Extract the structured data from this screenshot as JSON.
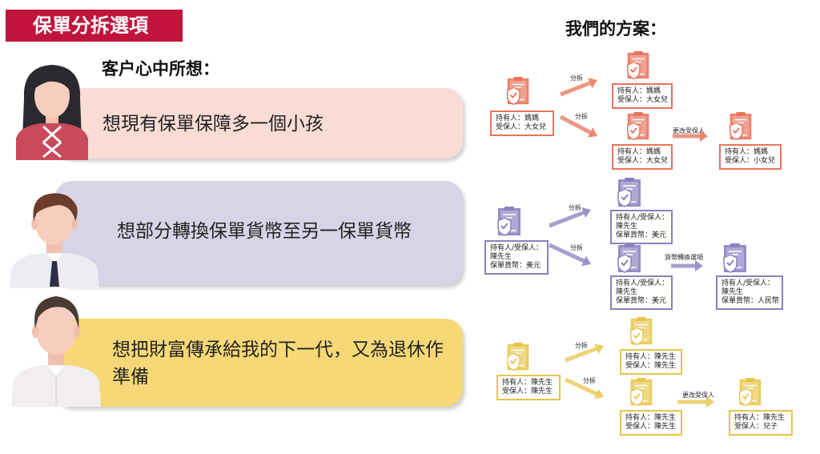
{
  "header": {
    "title": "保單分拆選項"
  },
  "left_heading": "客户心中所想：",
  "right_heading": "我們的方案：",
  "panels": [
    {
      "text": "想現有保單保障多一個小孩",
      "color": "#f9dcd5"
    },
    {
      "text": "想部分轉換保單貨幣至另一保單貨幣",
      "color": "#d6d4e6"
    },
    {
      "text": "想把財富傳承給我的下一代，又為退休作準備",
      "color": "#f7d877"
    }
  ],
  "colors": {
    "red": "#e8735c",
    "purple": "#8a80c0",
    "gold": "#e8c54a"
  },
  "flows": [
    {
      "source": [
        "持有人：媽媽",
        "受保人：大女兒"
      ],
      "top": [
        "持有人：媽媽",
        "受保人：大女兒"
      ],
      "mid": [
        "持有人：媽媽",
        "受保人：大女兒"
      ],
      "result": [
        "持有人：媽媽",
        "受保人：小女兒"
      ],
      "split_label": "分拆",
      "change_label": "更改受保人"
    },
    {
      "source": [
        "持有人/受保人：",
        "陳先生",
        "保單貨幣：美元"
      ],
      "top": [
        "持有人/受保人：",
        "陳先生",
        "保單貨幣：美元"
      ],
      "mid": [
        "持有人/受保人：",
        "陳先生",
        "保單貨幣：美元"
      ],
      "result": [
        "持有人/受保人：",
        "陳先生",
        "保單貨幣：人民幣"
      ],
      "split_label": "分拆",
      "change_label": "貨幣轉換選項"
    },
    {
      "source": [
        "持有人：陳先生",
        "受保人：陳先生"
      ],
      "top": [
        "持有人：陳先生",
        "受保人：陳先生"
      ],
      "mid": [
        "持有人：陳先生",
        "受保人：陳先生"
      ],
      "result": [
        "持有人：陳先生",
        "受保人：兒子"
      ],
      "split_label": "分拆",
      "change_label": "更改受保人"
    }
  ]
}
